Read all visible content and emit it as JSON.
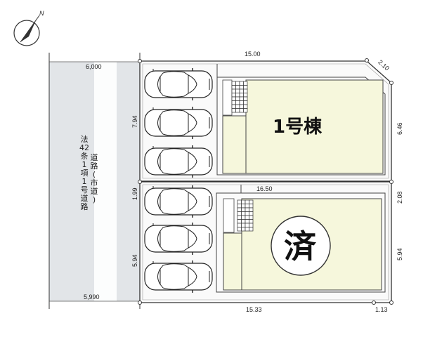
{
  "north_label": "N",
  "road": {
    "width_top": "6,000",
    "width_bottom": "5,990",
    "label_left": [
      "法",
      "42",
      "条",
      "1",
      "項",
      "1",
      "号",
      "道",
      "路"
    ],
    "label_right": [
      "道",
      "路",
      "(",
      "市",
      "道",
      ")"
    ]
  },
  "lot1": {
    "name": "1号棟",
    "top_width": "15.00",
    "corner_cut": "2.10",
    "right_depth": "6.46",
    "left_depth": "7.94"
  },
  "lot2": {
    "sold_mark": "済",
    "top_width": "16.50",
    "bottom_width": "15.33",
    "bottom_right": "1.13",
    "right_upper": "2.08",
    "right_lower": "5.94",
    "left_upper": "1.99",
    "left_lower": "5.94"
  },
  "colors": {
    "road": "#e2e5e8",
    "building": "#f6f7dc",
    "lot": "#fafafa",
    "border": "#333333"
  }
}
